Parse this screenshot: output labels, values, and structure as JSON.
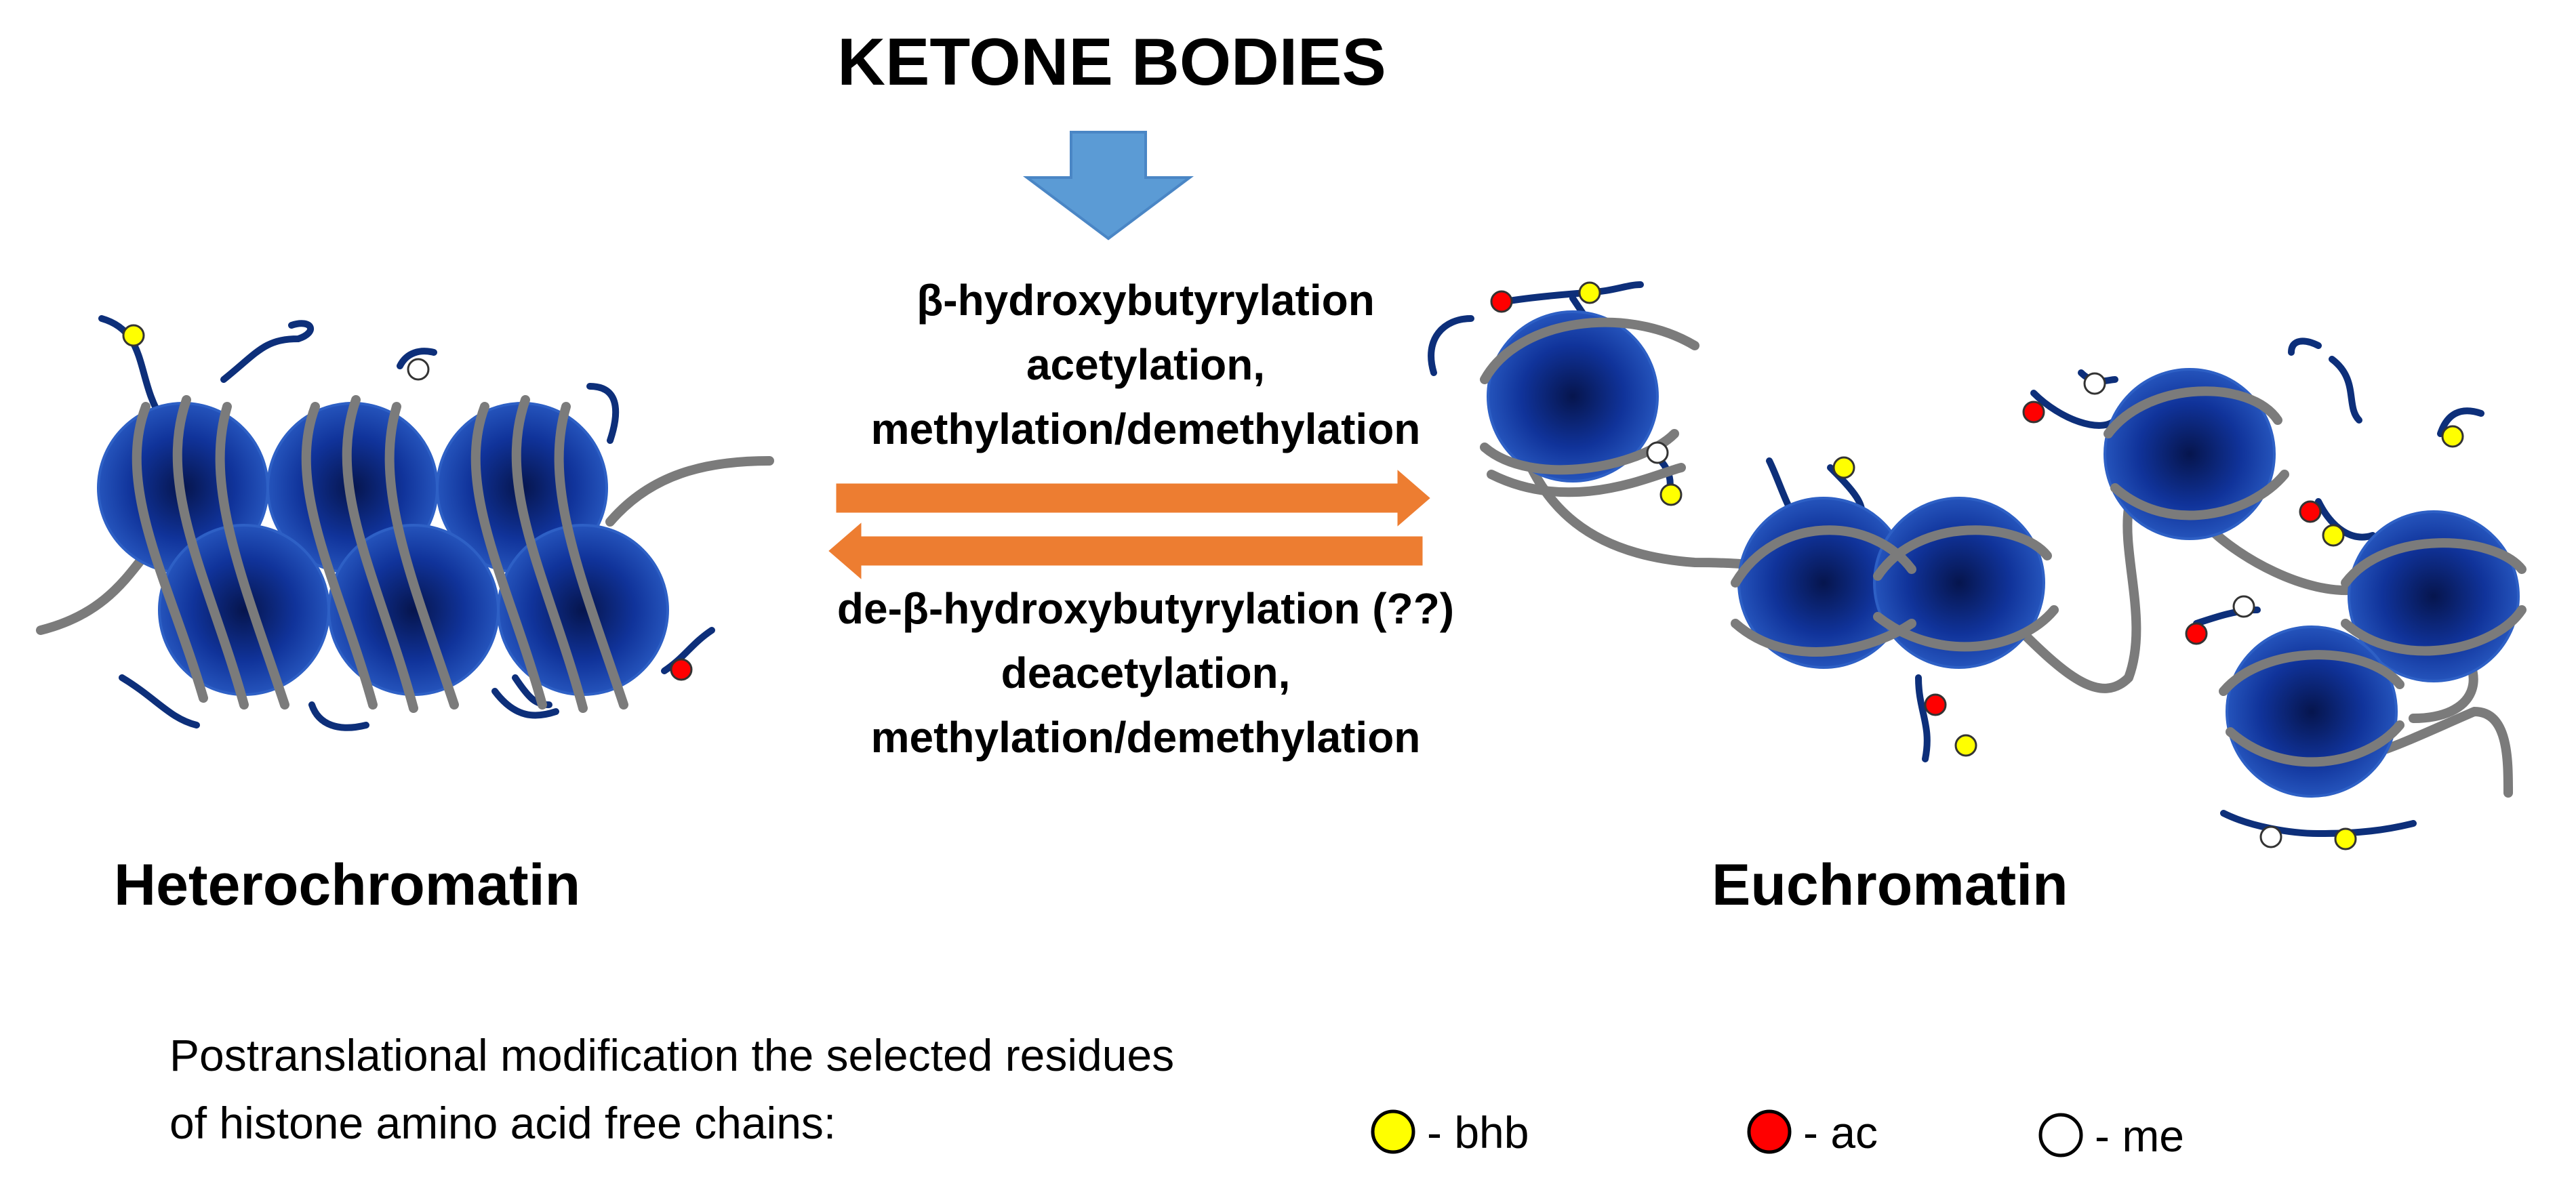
{
  "title": "KETONE BODIES",
  "forward_modifications": [
    "β-hydroxybutyrylation",
    "acetylation,",
    "methylation/demethylation"
  ],
  "reverse_modifications": [
    "de-β-hydroxybutyrylation (??)",
    "deacetylation,",
    "methylation/demethylation"
  ],
  "left_label": "Heterochromatin",
  "right_label": "Euchromatin",
  "caption_lines": [
    "Postranslational modification the selected residues",
    "of histone  amino acid  free chains:"
  ],
  "legend": [
    {
      "label": "- bhb",
      "color": "#ffff00"
    },
    {
      "label": "- ac",
      "color": "#ff0000"
    },
    {
      "label": "- me",
      "color": "#ffffff"
    }
  ],
  "colors": {
    "arrow_down": "#5b9bd5",
    "arrows_horizontal": "#ed7d31",
    "nucleosome": "#123b9a",
    "dna": "#7b7b7b",
    "histone_tail": "#0d2f7a"
  }
}
